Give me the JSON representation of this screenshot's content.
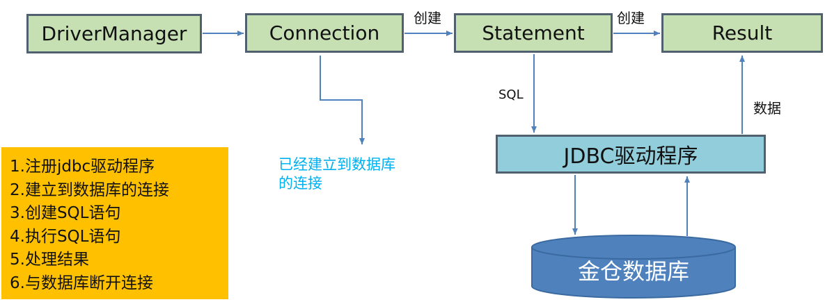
{
  "nodes": {
    "driver_manager": "DriverManager",
    "connection": "Connection",
    "statement": "Statement",
    "result": "Result",
    "jdbc_driver": "JDBC驱动程序",
    "database": "金仓数据库"
  },
  "edge_labels": {
    "conn_to_stmt": "创建",
    "stmt_to_result": "创建",
    "sql": "SQL",
    "data": "数据"
  },
  "annotation": {
    "line1": "已经建立到数据库",
    "line2": "的连接"
  },
  "steps": [
    "1.注册jdbc驱动程序",
    "2.建立到数据库的连接",
    "3.创建SQL语句",
    "4.执行SQL语句",
    "5.处理结果",
    "6.与数据库断开连接"
  ],
  "colors": {
    "class_box": "#c6e0b4",
    "driver_box": "#92cddc",
    "database_fill": "#4f81bd",
    "steps_box": "#ffc000",
    "arrow": "#4f81bd",
    "annotation_text": "#00b0f0"
  }
}
